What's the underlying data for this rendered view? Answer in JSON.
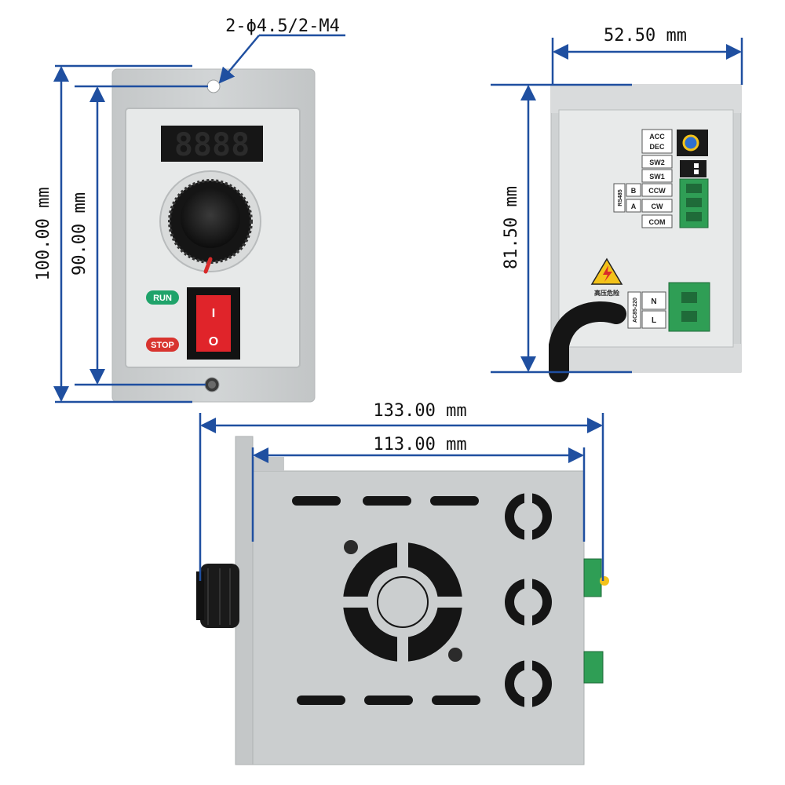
{
  "colors": {
    "dimension_line": "#1f4fa0",
    "panel_gray": "#c9cccd",
    "panel_light": "#dcdedf",
    "face_white": "#e9ebeb",
    "display_dark": "#1a1a1a",
    "run_green": "#1fa36a",
    "stop_red": "#d8342f",
    "switch_red": "#e0242a",
    "terminal_green": "#2f9e55",
    "warning_yellow": "#f3c21a"
  },
  "dimensions": {
    "hole_spec": "2-ϕ4.5/2-M4",
    "front_outer_height": "100.00 mm",
    "front_inner_height": "90.00 mm",
    "back_width": "52.50 mm",
    "back_height": "81.50 mm",
    "side_total_depth": "133.00 mm",
    "side_body_depth": "113.00 mm"
  },
  "front_panel": {
    "display_text": "8888",
    "run_label": "RUN",
    "stop_label": "STOP",
    "switch_on": "I",
    "switch_off": "O"
  },
  "back_panel": {
    "labels": {
      "acc": "ACC",
      "dec": "DEC",
      "sw2": "SW2",
      "sw1": "SW1",
      "ccw": "CCW",
      "cw": "CW",
      "com": "COM",
      "rs485": "RS485",
      "b": "B",
      "a": "A",
      "n": "N",
      "l": "L",
      "ac_range": "AC85-220",
      "hv_warning": "高压危险"
    }
  }
}
